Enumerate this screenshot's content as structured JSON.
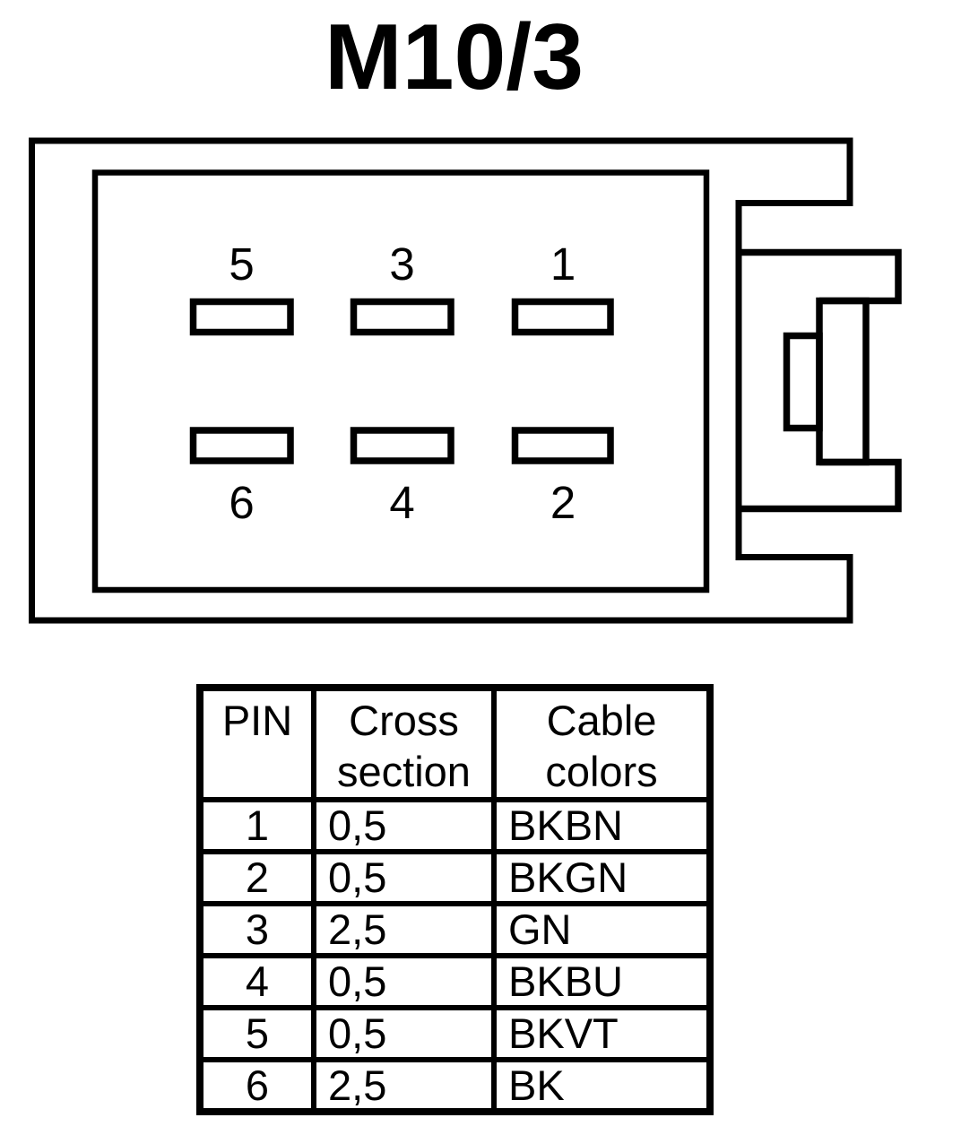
{
  "title": "M10/3",
  "connector": {
    "pins_top": [
      "5",
      "3",
      "1"
    ],
    "pins_bottom": [
      "6",
      "4",
      "2"
    ]
  },
  "table": {
    "headers": {
      "pin": "PIN",
      "cross_section": "Cross section",
      "cable_colors": "Cable colors"
    },
    "rows": [
      {
        "pin": "1",
        "cross_section": "0,5",
        "cable_color": "BKBN"
      },
      {
        "pin": "2",
        "cross_section": "0,5",
        "cable_color": "BKGN"
      },
      {
        "pin": "3",
        "cross_section": "2,5",
        "cable_color": "GN"
      },
      {
        "pin": "4",
        "cross_section": "0,5",
        "cable_color": "BKBU"
      },
      {
        "pin": "5",
        "cross_section": "0,5",
        "cable_color": "BKVT"
      },
      {
        "pin": "6",
        "cross_section": "2,5",
        "cable_color": "BK"
      }
    ]
  },
  "colors": {
    "line": "#000000",
    "background": "#ffffff"
  }
}
